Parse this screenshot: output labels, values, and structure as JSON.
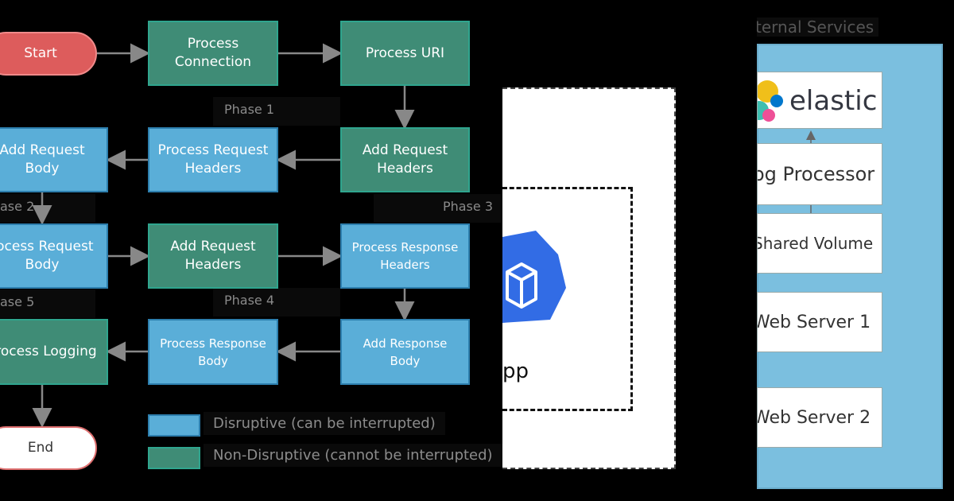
{
  "flowchart": {
    "nodes": {
      "start": "Start",
      "process_connection": "Process\nConnection",
      "process_uri": "Process URI",
      "add_request_headers_1": "Add Request\nHeaders",
      "process_request_headers": "Process Request\nHeaders",
      "add_request_body": "Add Request\nBody",
      "process_request_body": "rocess Request\nBody",
      "add_request_headers_2": "Add Request\nHeaders",
      "process_response_headers": "Process Response\nHeaders",
      "add_response_body": "Add Response\nBody",
      "process_response_body": "Process Response\nBody",
      "process_logging": "Process Logging",
      "end": "End"
    },
    "phases": {
      "phase1": "Phase 1",
      "phase2": "ase 2",
      "phase3": "Phase 3",
      "phase4": "Phase 4",
      "phase5": "ase 5"
    },
    "legend": {
      "disruptive": "Disruptive (can be interrupted)",
      "non_disruptive": "Non-Disruptive (cannot be interrupted)"
    },
    "colors": {
      "disruptive": "#5aaed8",
      "non_disruptive": "#3f8c76",
      "start": "#dd5c5c",
      "arrow": "#888888"
    }
  },
  "kubernetes_panel": {
    "app_label": "pp",
    "icon": "kubernetes-pod-icon",
    "icon_color": "#326ce5"
  },
  "services_panel": {
    "header": "ternal Services",
    "elastic_label": "elastic",
    "boxes": [
      "og Processor",
      "Shared Volume",
      "Web Server 1",
      "Web Server 2"
    ]
  }
}
